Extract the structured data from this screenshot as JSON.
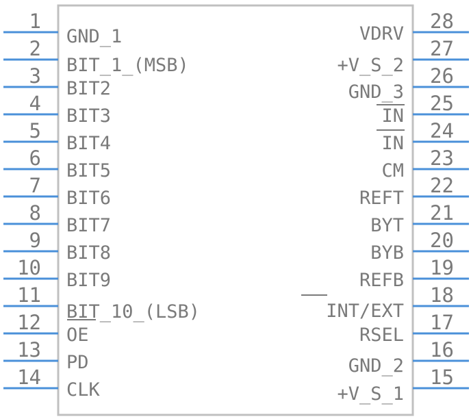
{
  "left_pins": [
    {
      "num": "1",
      "name": "GND_1"
    },
    {
      "num": "2",
      "name": "BIT_1_(MSB)"
    },
    {
      "num": "3",
      "name": "BIT2"
    },
    {
      "num": "4",
      "name": "BIT3"
    },
    {
      "num": "5",
      "name": "BIT4"
    },
    {
      "num": "6",
      "name": "BIT5"
    },
    {
      "num": "7",
      "name": "BIT6"
    },
    {
      "num": "8",
      "name": "BIT7"
    },
    {
      "num": "9",
      "name": "BIT8"
    },
    {
      "num": "10",
      "name": "BIT9"
    },
    {
      "num": "11",
      "name": "BIT_10_(LSB)"
    },
    {
      "num": "12",
      "name": "OE"
    },
    {
      "num": "13",
      "name": "PD"
    },
    {
      "num": "14",
      "name": "CLK"
    }
  ],
  "right_pins": [
    {
      "num": "28",
      "name": "VDRV"
    },
    {
      "num": "27",
      "name": "+V_S_2"
    },
    {
      "num": "26",
      "name": "GND_3"
    },
    {
      "num": "25",
      "name": "IN"
    },
    {
      "num": "24",
      "name": "IN"
    },
    {
      "num": "23",
      "name": "CM"
    },
    {
      "num": "22",
      "name": "REFT"
    },
    {
      "num": "21",
      "name": "BYT"
    },
    {
      "num": "20",
      "name": "BYB"
    },
    {
      "num": "19",
      "name": "REFB"
    },
    {
      "num": "18",
      "name": "INT/EXT"
    },
    {
      "num": "17",
      "name": "RSEL"
    },
    {
      "num": "16",
      "name": "GND_2"
    },
    {
      "num": "15",
      "name": "+V_S_1"
    }
  ],
  "colors": {
    "pin_line": "#4a90d9",
    "body_outline": "#c0c0c0",
    "text": "#7a7a7a"
  }
}
